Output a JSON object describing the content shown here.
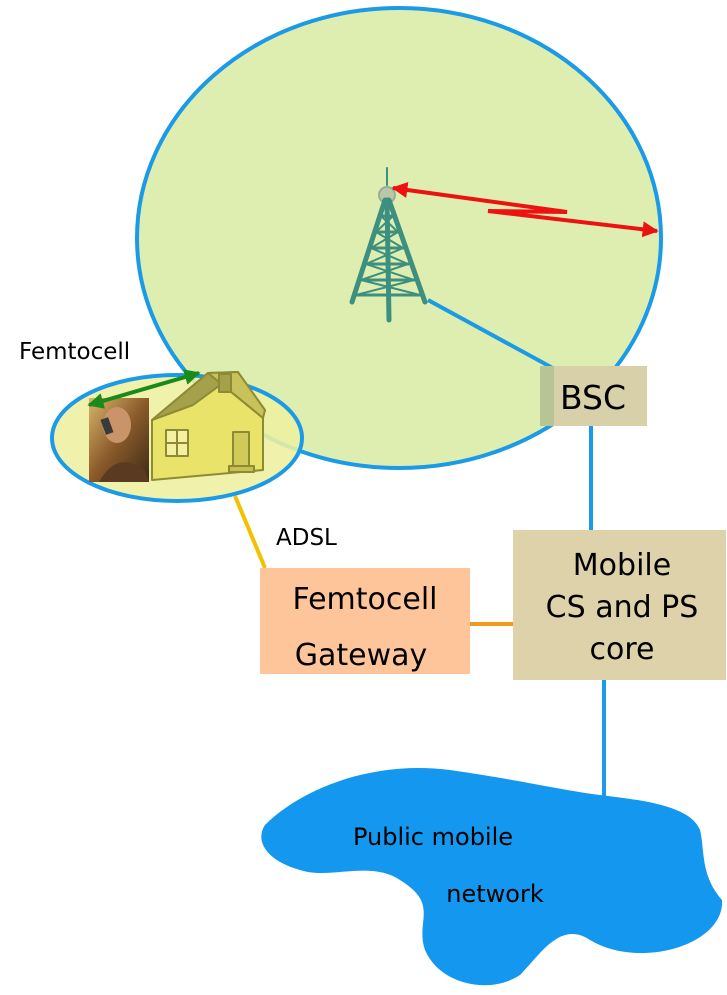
{
  "labels": {
    "femtocell": "Femtocell",
    "bsc": "BSC",
    "adsl": "ADSL",
    "femtocell_gateway_line1": "Femtocell",
    "femtocell_gateway_line2": "Gateway",
    "mobile_core_line1": "Mobile",
    "mobile_core_line2": "CS and PS",
    "mobile_core_line3": "core",
    "public_network_line1": "Public mobile",
    "public_network_line2": "network"
  },
  "colors": {
    "macrocell_fill": "#ddeeb0",
    "cell_border": "#1b9ae8",
    "femtocell_fill": "#eef0a0",
    "tower": "#3d8f7f",
    "radio_link": "#ee1111",
    "femto_link": "#1a8a1a",
    "link_line": "#1b9ae8",
    "adsl_line": "#f2c200",
    "gateway_link": "#f39a1a",
    "bsc_fill": "#d8d0a8",
    "gateway_fill": "#ffc59a",
    "core_fill": "#ddd2aa",
    "cloud_fill": "#1397ef",
    "house_wall": "#e9e36a",
    "house_roof": "#a5a04a"
  },
  "icons": {
    "tower": "cell-tower-icon",
    "house": "house-icon",
    "phone_user": "person-on-phone-image"
  }
}
